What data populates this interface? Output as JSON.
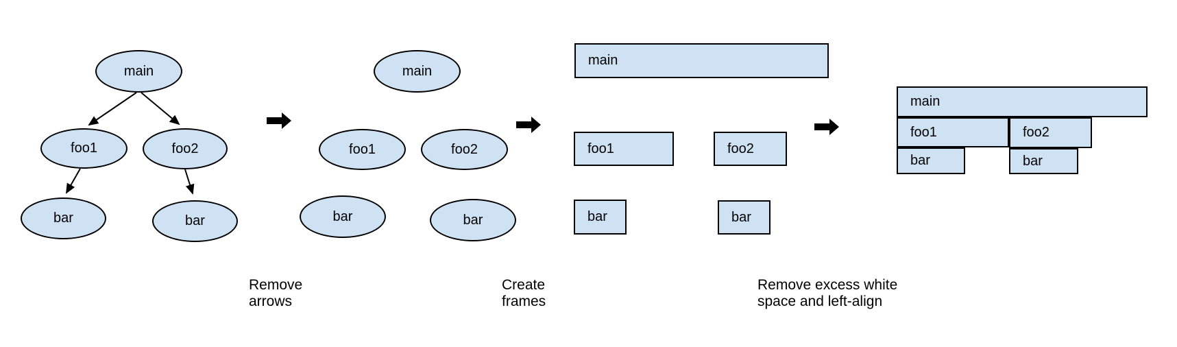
{
  "colors": {
    "background": "#ffffff",
    "node_fill": "#cfe2f3",
    "node_border": "#000000",
    "text": "#000000",
    "arrow": "#000000"
  },
  "node_labels": {
    "main": "main",
    "foo1": "foo1",
    "foo2": "foo2",
    "bar": "bar"
  },
  "captions": {
    "step1": "Remove arrows",
    "step2": "Create frames",
    "step3": "Remove excess white space and left-align"
  },
  "icons": {
    "step_arrow": "black-right-block-arrow",
    "edge_arrowhead": "solid-triangle-arrowhead"
  }
}
